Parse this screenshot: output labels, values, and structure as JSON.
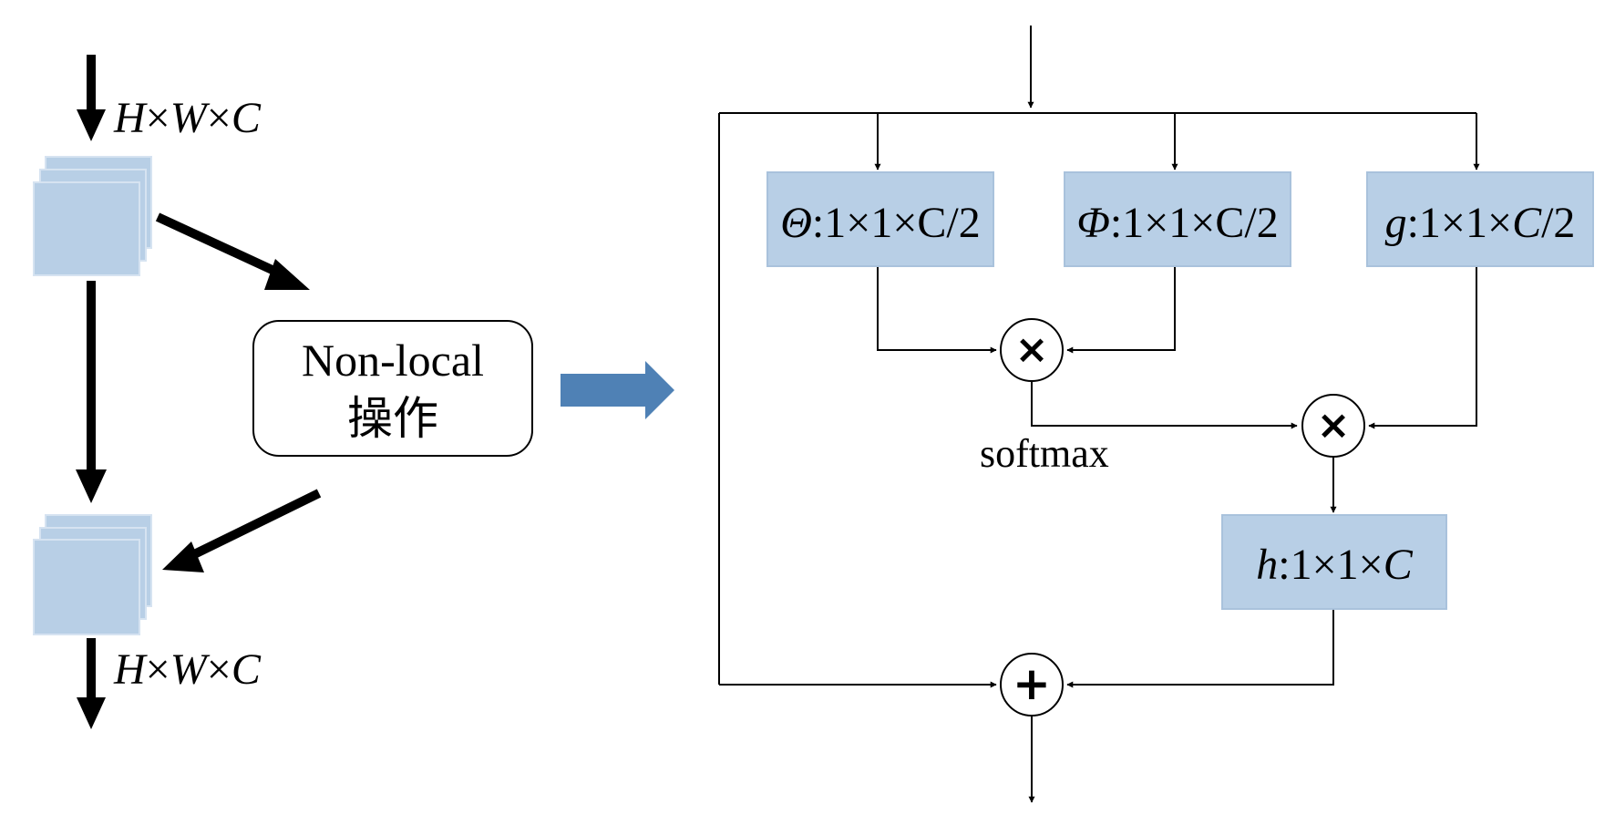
{
  "left": {
    "input_label": {
      "H": "H",
      "W": "W",
      "C": "C",
      "times": "×"
    },
    "output_label": {
      "H": "H",
      "W": "W",
      "C": "C",
      "times": "×"
    },
    "op_box": {
      "line1": "Non-local",
      "line2": "操作"
    }
  },
  "right": {
    "theta_box": {
      "sym": "Θ",
      "rest": ":1×1×C/2"
    },
    "phi_box": {
      "sym": "Φ",
      "rest": ":1×1×C/2"
    },
    "g_box": {
      "sym": "g",
      "mid": ":1×1×",
      "C": "C",
      "tail": "/2"
    },
    "h_box": {
      "sym": "h",
      "mid": ":1×1×",
      "C": "C"
    },
    "mult_symbol": "×",
    "add_symbol": "+",
    "softmax_label": "softmax"
  },
  "colors": {
    "box_fill": "#b8cfe6",
    "box_stroke": "#a9c2dc",
    "big_arrow": "#4f81b5",
    "line": "#000000"
  }
}
